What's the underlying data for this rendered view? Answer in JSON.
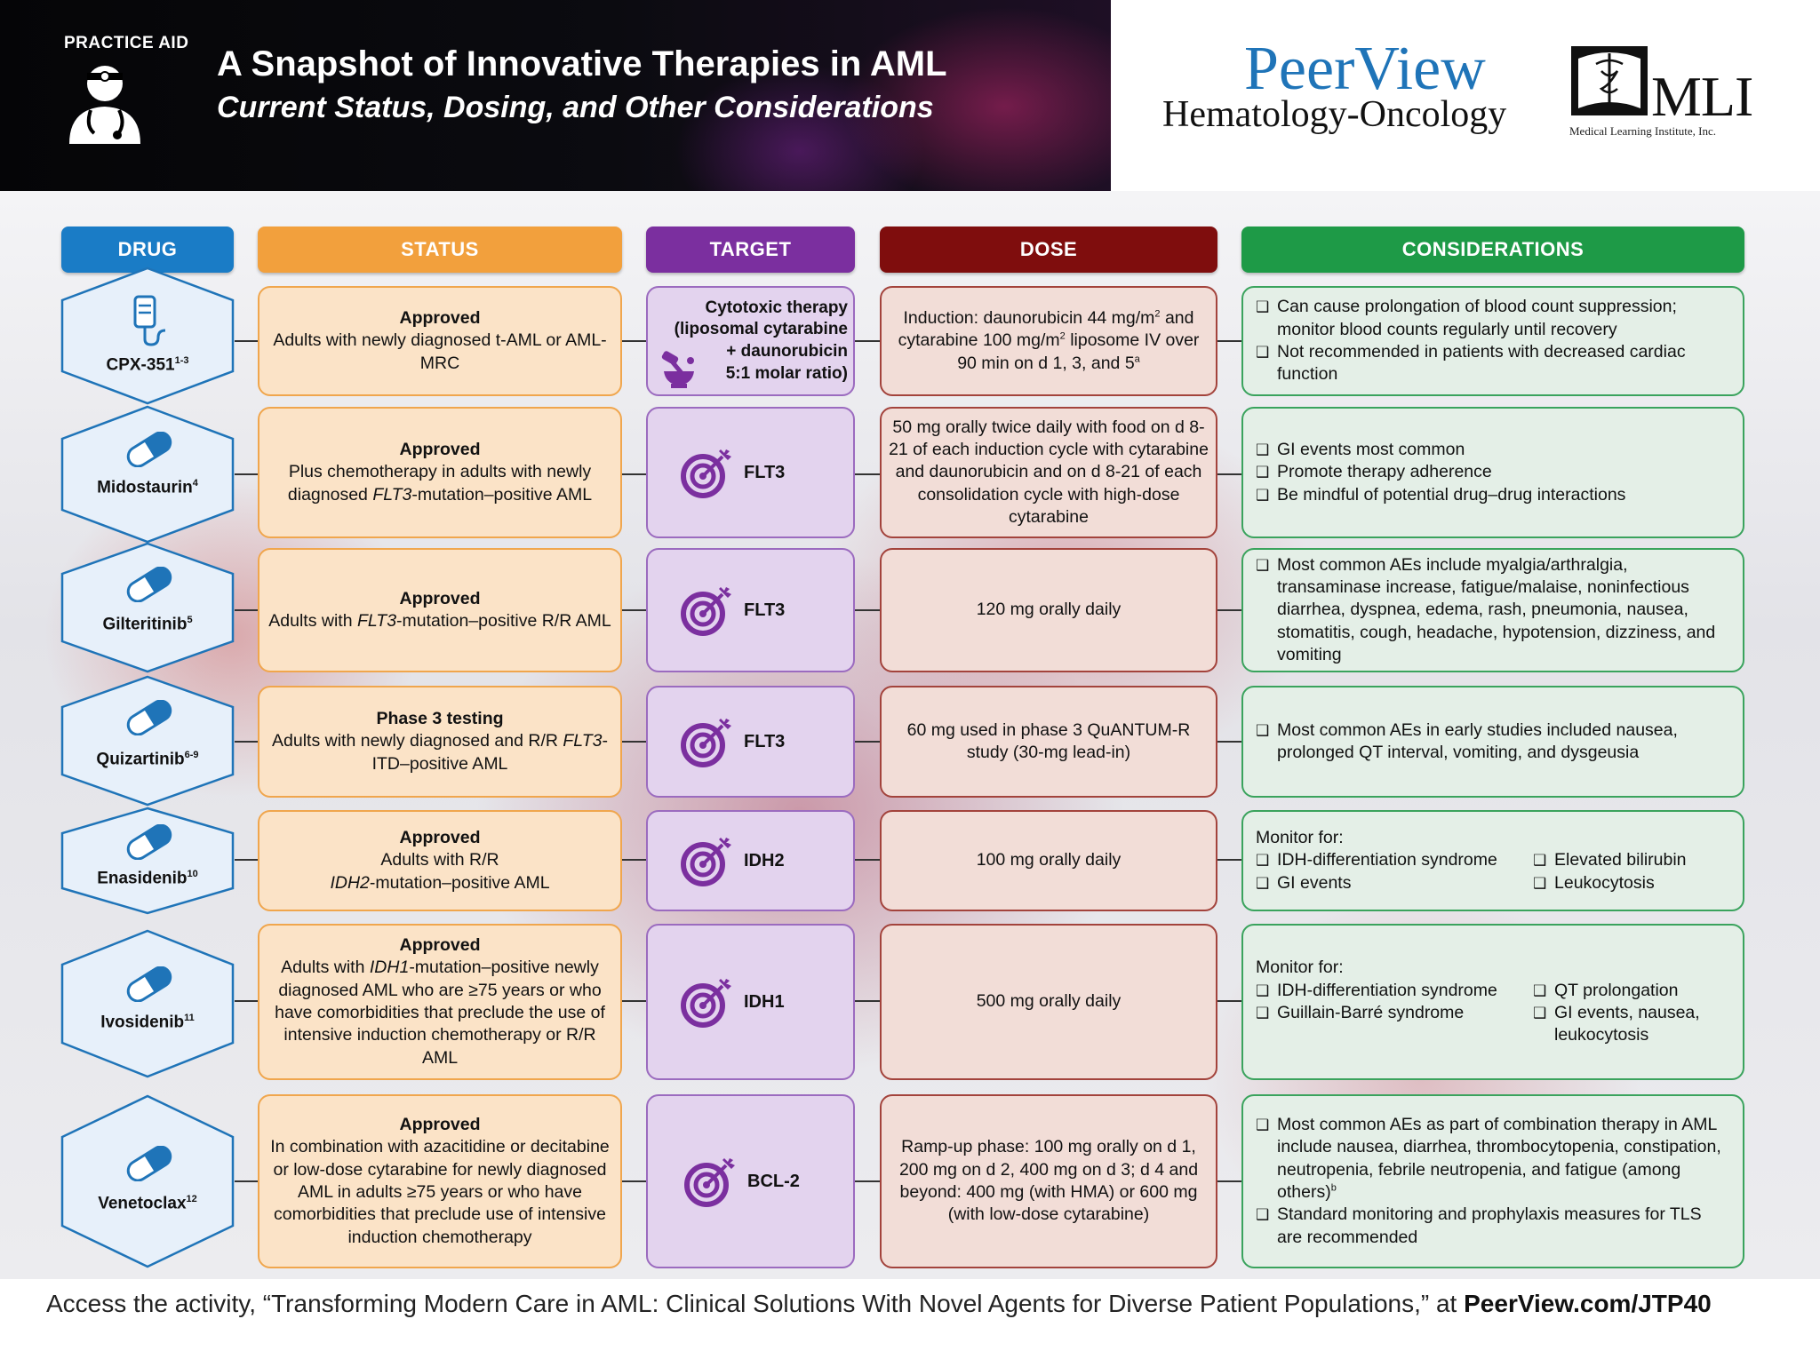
{
  "header": {
    "badge": "PRACTICE AID",
    "title": "A Snapshot of Innovative Therapies in AML",
    "subtitle": "Current Status, Dosing, and Other Considerations",
    "logo_word": "PeerView",
    "logo_sub": "Hematology-Oncology",
    "mli_word": "MLI",
    "mli_sub": "Medical Learning Institute, Inc."
  },
  "columns": {
    "drug": "DRUG",
    "status": "STATUS",
    "target": "TARGET",
    "dose": "DOSE",
    "considerations": "CONSIDERATIONS"
  },
  "colors": {
    "drug": "#1a7cc6",
    "status": "#f2a03d",
    "target": "#7b2f9f",
    "dose": "#7f0d0d",
    "considerations": "#1e9a47",
    "drug_icon": "#1f74b8",
    "target_icon": "#7b2f9f"
  },
  "rows": [
    {
      "drug": "CPX-351",
      "ref": "1-3",
      "icon": "iv-bag-icon",
      "status_title": "Approved",
      "status_text": "Adults with newly diagnosed t-AML or AML-MRC",
      "target_lines": [
        "Cytotoxic therapy",
        "(liposomal cytarabine",
        "+ daunorubicin",
        "5:1 molar ratio)"
      ],
      "target_icon": "mortar-pestle-icon",
      "dose_parts": [
        "Induction: daunorubicin 44 mg/m",
        "2",
        " and cytarabine 100 mg/m",
        "2",
        " liposome IV over 90 min on d 1, 3, and 5",
        "a"
      ],
      "considerations": [
        "Can cause prolongation of blood count suppression; monitor blood counts regularly until recovery",
        "Not recommended in patients with decreased cardiac function"
      ]
    },
    {
      "drug": "Midostaurin",
      "ref": "4",
      "icon": "capsule-icon",
      "status_title": "Approved",
      "status_pre": "Plus chemotherapy in adults with newly diagnosed ",
      "status_italic": "FLT3",
      "status_post": "-mutation–positive AML",
      "target": "FLT3",
      "target_icon": "target-icon",
      "dose": "50 mg orally twice daily with food on d 8-21 of each induction cycle with cytarabine and daunorubicin and on d 8-21 of each consolidation cycle with high-dose cytarabine",
      "considerations": [
        "GI events most common",
        "Promote therapy adherence",
        "Be mindful of potential drug–drug interactions"
      ]
    },
    {
      "drug": "Gilteritinib",
      "ref": "5",
      "icon": "capsule-icon",
      "status_title": "Approved",
      "status_pre": "Adults with ",
      "status_italic": "FLT3",
      "status_post": "-mutation–positive R/R AML",
      "target": "FLT3",
      "target_icon": "target-icon",
      "dose": "120 mg orally daily",
      "considerations": [
        "Most common AEs include myalgia/arthralgia, transaminase increase, fatigue/malaise, noninfectious diarrhea, dyspnea, edema, rash, pneumonia, nausea, stomatitis, cough, headache, hypotension, dizziness, and vomiting"
      ]
    },
    {
      "drug": "Quizartinib",
      "ref": "6-9",
      "icon": "capsule-icon",
      "status_title": "Phase 3 testing",
      "status_pre": "Adults with newly diagnosed and R/R ",
      "status_italic": "FLT3",
      "status_post": "-ITD–positive AML",
      "target": "FLT3",
      "target_icon": "target-icon",
      "dose": "60 mg used in phase 3 QuANTUM-R study (30-mg lead-in)",
      "considerations": [
        "Most common AEs in early studies included nausea, prolonged QT interval, vomiting, and dysgeusia"
      ]
    },
    {
      "drug": "Enasidenib",
      "ref": "10",
      "icon": "capsule-icon",
      "status_title": "Approved",
      "status_pre": "Adults with R/R ",
      "status_italic": "IDH2",
      "status_post": "-mutation–positive AML",
      "target": "IDH2",
      "target_icon": "target-icon",
      "dose": "100 mg orally daily",
      "monitor": "Monitor for:",
      "cons_left": [
        "IDH-differentiation syndrome",
        "GI events"
      ],
      "cons_right": [
        "Elevated bilirubin",
        "Leukocytosis"
      ]
    },
    {
      "drug": "Ivosidenib",
      "ref": "11",
      "icon": "capsule-icon",
      "status_title": "Approved",
      "status_pre": "Adults with ",
      "status_italic": "IDH1",
      "status_post": "-mutation–positive newly diagnosed AML who are ≥75 years or who have comorbidities that preclude the use of intensive induction chemotherapy or R/R AML",
      "target": "IDH1",
      "target_icon": "target-icon",
      "dose": "500 mg orally daily",
      "monitor": "Monitor for:",
      "cons_left": [
        "IDH-differentiation syndrome",
        "Guillain-Barré syndrome"
      ],
      "cons_right": [
        "QT prolongation",
        "GI events, nausea, leukocytosis"
      ]
    },
    {
      "drug": "Venetoclax",
      "ref": "12",
      "icon": "capsule-icon",
      "status_title": "Approved",
      "status_text": "In combination with azacitidine or decitabine or low-dose cytarabine for newly diagnosed AML in adults ≥75 years or who have comorbidities that preclude use of intensive induction chemotherapy",
      "target": "BCL-2",
      "target_icon": "target-icon",
      "dose": "Ramp-up phase: 100 mg orally on d 1, 200 mg on d 2, 400 mg on d 3; d 4 and beyond: 400 mg (with HMA) or 600 mg (with low-dose cytarabine)",
      "cons_pre": "Most common AEs as part of combination therapy in AML include nausea, diarrhea, thrombocytopenia, constipation, neutropenia, febrile neutropenia, and fatigue (among others)",
      "cons_sup": "b",
      "cons_2": "Standard monitoring and prophylaxis measures for TLS are recommended"
    }
  ],
  "footer": {
    "text": "Access the activity, “Transforming Modern Care in AML: Clinical Solutions With Novel Agents for Diverse Patient Populations,” at ",
    "url": "PeerView.com/JTP40"
  }
}
